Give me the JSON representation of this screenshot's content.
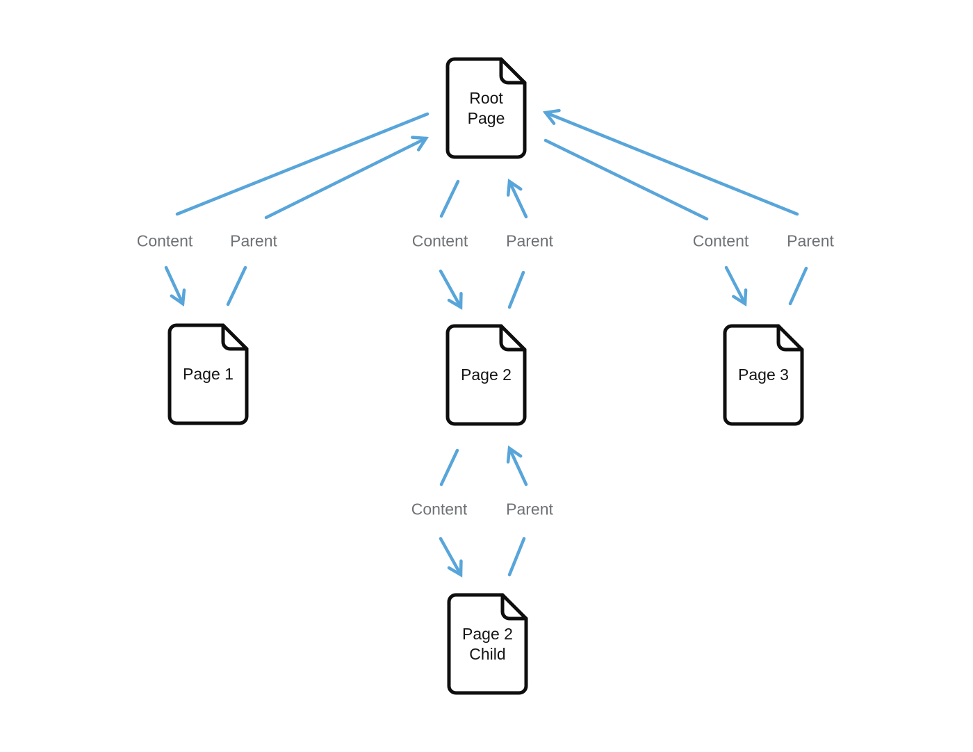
{
  "diagram": {
    "background": "#ffffff",
    "colors": {
      "arrow": "#58a5da",
      "edge_label_text": "#6e7175",
      "node_outline": "#0e0e0e",
      "node_text": "#141414"
    },
    "nodes": {
      "root": {
        "label": "Root Page"
      },
      "page1": {
        "label": "Page 1"
      },
      "page2": {
        "label": "Page 2"
      },
      "page3": {
        "label": "Page 3"
      },
      "page2_child": {
        "label": "Page 2 Child"
      }
    },
    "edges": {
      "root_page1": {
        "content_label": "Content",
        "parent_label": "Parent"
      },
      "root_page2": {
        "content_label": "Content",
        "parent_label": "Parent"
      },
      "root_page3": {
        "content_label": "Content",
        "parent_label": "Parent"
      },
      "page2_page2_child": {
        "content_label": "Content",
        "parent_label": "Parent"
      }
    }
  }
}
